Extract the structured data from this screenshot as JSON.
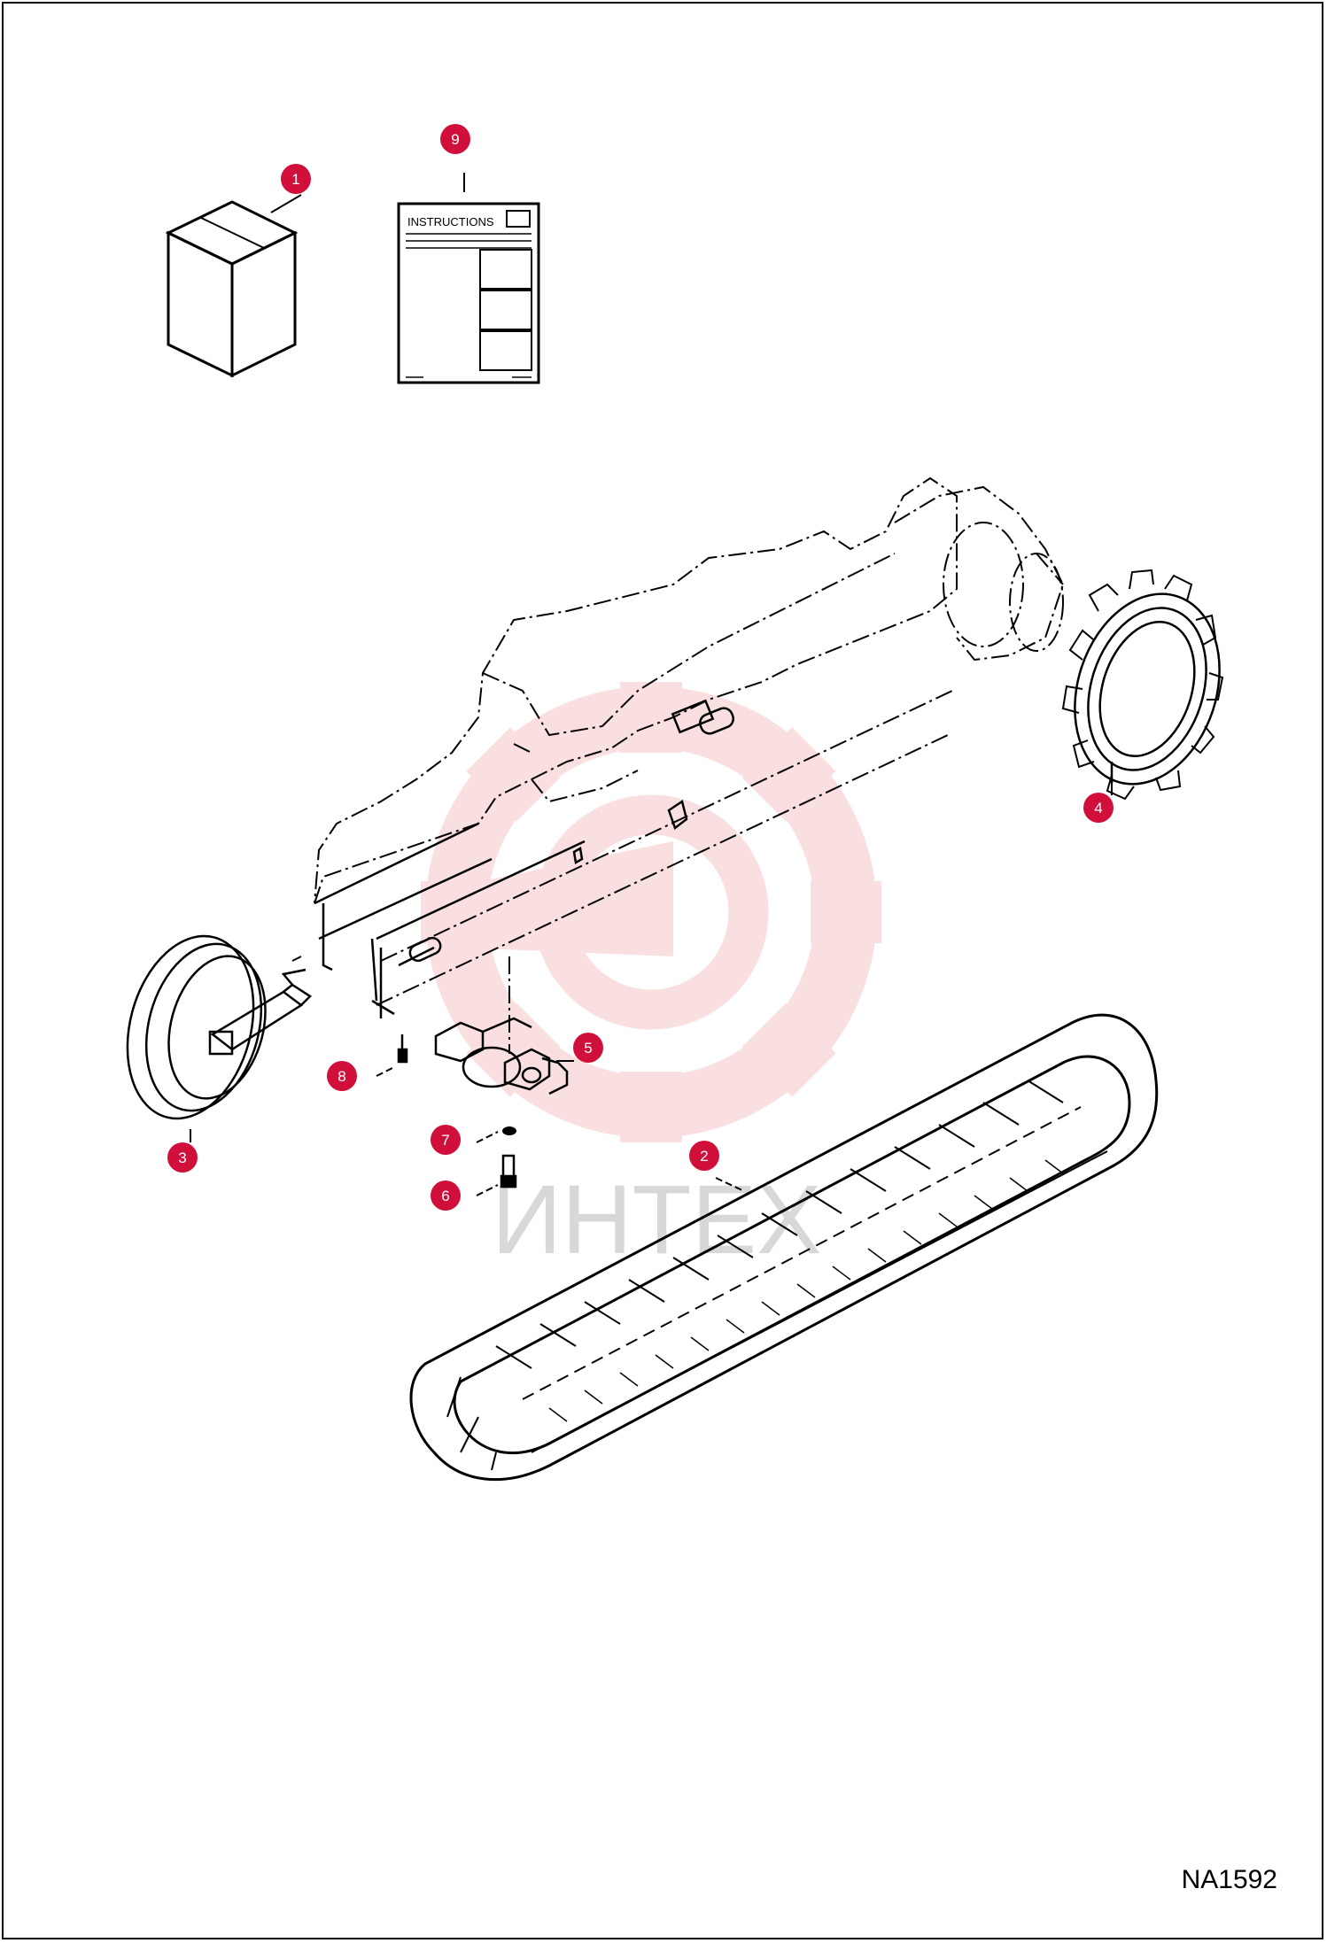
{
  "diagram": {
    "reference_code": "NA1592",
    "instructions_label": "INSTRUCTIONS",
    "watermark_text": "ИНТЕХ",
    "callouts": [
      "1",
      "2",
      "3",
      "4",
      "5",
      "6",
      "7",
      "8",
      "9"
    ],
    "callout_color": "#d0103a",
    "watermark_color": "#f4c5c5"
  }
}
